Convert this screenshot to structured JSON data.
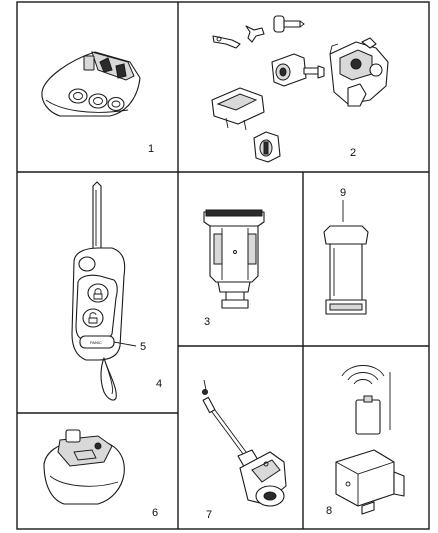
{
  "callouts": {
    "c1": "1",
    "c2": "2",
    "c3": "3",
    "c4": "4",
    "c5": "5",
    "c6": "6",
    "c7": "7",
    "c8": "8",
    "c9": "9"
  },
  "key_fob": {
    "panic_button_label": "PANIC"
  },
  "colors": {
    "line": "#1a1a1a",
    "background": "#ffffff"
  }
}
